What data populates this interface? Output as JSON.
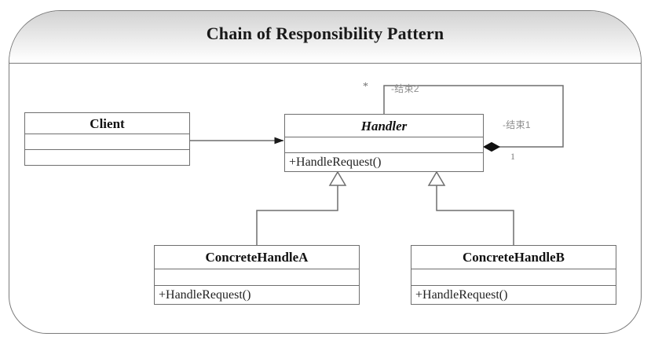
{
  "frame": {
    "title": "Chain of Responsibility Pattern"
  },
  "classes": {
    "client": {
      "name": "Client",
      "attributes": "",
      "operations": "",
      "abstract": false
    },
    "handler": {
      "name": "Handler",
      "attributes": "",
      "operations": "+HandleRequest()",
      "abstract": true
    },
    "concrete_a": {
      "name": "ConcreteHandleA",
      "attributes": "",
      "operations": "+HandleRequest()",
      "abstract": false
    },
    "concrete_b": {
      "name": "ConcreteHandleB",
      "attributes": "",
      "operations": "+HandleRequest()",
      "abstract": false
    }
  },
  "edges": {
    "client_to_handler": {
      "type": "association",
      "arrowhead": "filled-arrow",
      "from": "Client",
      "to": "Handler"
    },
    "handler_self_composition": {
      "type": "composition",
      "arrowhead": "filled-diamond",
      "from": "Handler",
      "to": "Handler",
      "multiplicity_source": "*",
      "role_far": "-结束2",
      "role_near": "-结束1",
      "multiplicity_target": "1"
    },
    "a_inherits_handler": {
      "type": "generalization",
      "arrowhead": "hollow-triangle",
      "from": "ConcreteHandleA",
      "to": "Handler"
    },
    "b_inherits_handler": {
      "type": "generalization",
      "arrowhead": "hollow-triangle",
      "from": "ConcreteHandleB",
      "to": "Handler"
    }
  },
  "colors": {
    "line": "#6f6f6f",
    "text": "#121212",
    "label": "#8d8d8d",
    "header_top": "#d2d2d2",
    "header_bottom": "#ffffff"
  }
}
